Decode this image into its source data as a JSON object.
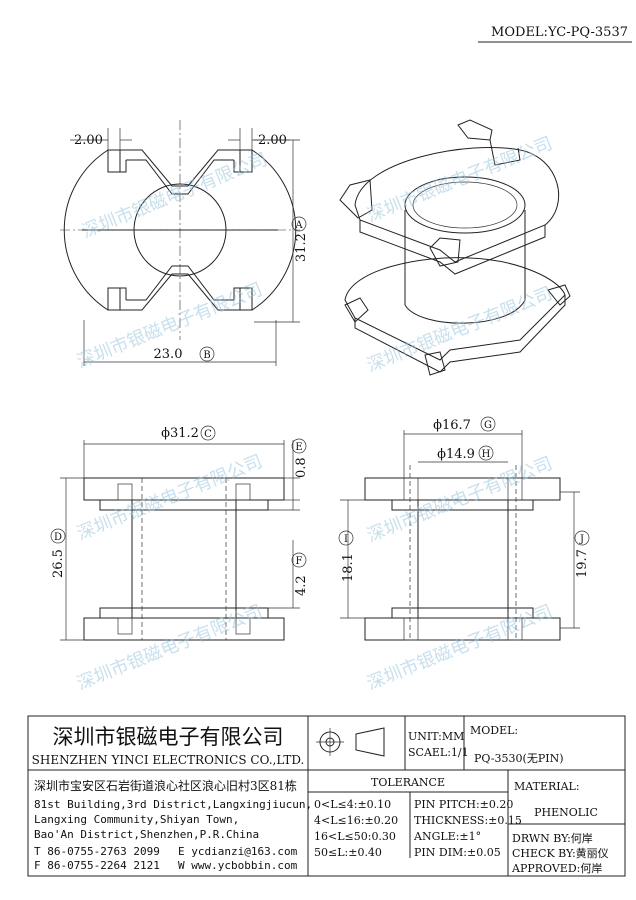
{
  "model_header": "MODEL:YC-PQ-3537",
  "dimensions": {
    "top_view": {
      "left_width": "2.00",
      "right_width": "2.00",
      "height": "31.2",
      "height_ref": "A",
      "width": "23.0",
      "width_ref": "B"
    },
    "front_view": {
      "diameter": "ϕ31.2",
      "diameter_ref": "C",
      "flange": "0.8",
      "flange_ref": "E",
      "height": "26.5",
      "height_ref": "D",
      "inner": "4.2",
      "inner_ref": "F"
    },
    "side_view": {
      "outer_dia": "ϕ16.7",
      "outer_ref": "G",
      "inner_dia": "ϕ14.9",
      "inner_ref": "H",
      "left_height": "18.1",
      "left_ref": "I",
      "right_height": "19.7",
      "right_ref": "J"
    }
  },
  "watermark": "深圳市银磁电子有限公司",
  "title_block": {
    "company_cn": "深圳市银磁电子有限公司",
    "company_en": "SHENZHEN YINCI ELECTRONICS CO.,LTD.",
    "address_cn": "深圳市宝安区石岩街道浪心社区浪心旧村3区81栋",
    "address_en_1": "81st Building,3rd District,Langxingjiucun,",
    "address_en_2": "Langxing Community,Shiyan Town,",
    "address_en_3": "Bao'An District,Shenzhen,P.R.China",
    "tel": "T 86-0755-2763 2099",
    "email": "E ycdianzi@163.com",
    "fax": "F 86-0755-2264 2121",
    "web": "W www.ycbobbin.com",
    "unit": "UNIT:MM",
    "scale": "SCAEL:1/1",
    "model_label": "MODEL:",
    "model_value": "PQ-3530(无PIN)",
    "tolerance_title": "TOLERANCE",
    "tolerance_rows": [
      "0<L≤4:±0.10",
      "4<L≤16:±0.20",
      "16<L≤50:0.30",
      "50≤L:±0.40"
    ],
    "spec_rows": [
      "PIN PITCH:±0.20",
      "THICKNESS:±0.15",
      "ANGLE:±1°",
      "PIN DIM:±0.05"
    ],
    "material_label": "MATERIAL:",
    "material_value": "PHENOLIC",
    "drawn_by": "DRWN BY:何岸",
    "check_by": "CHECK BY:黄丽仪",
    "approved": "APPROVED:何岸"
  }
}
